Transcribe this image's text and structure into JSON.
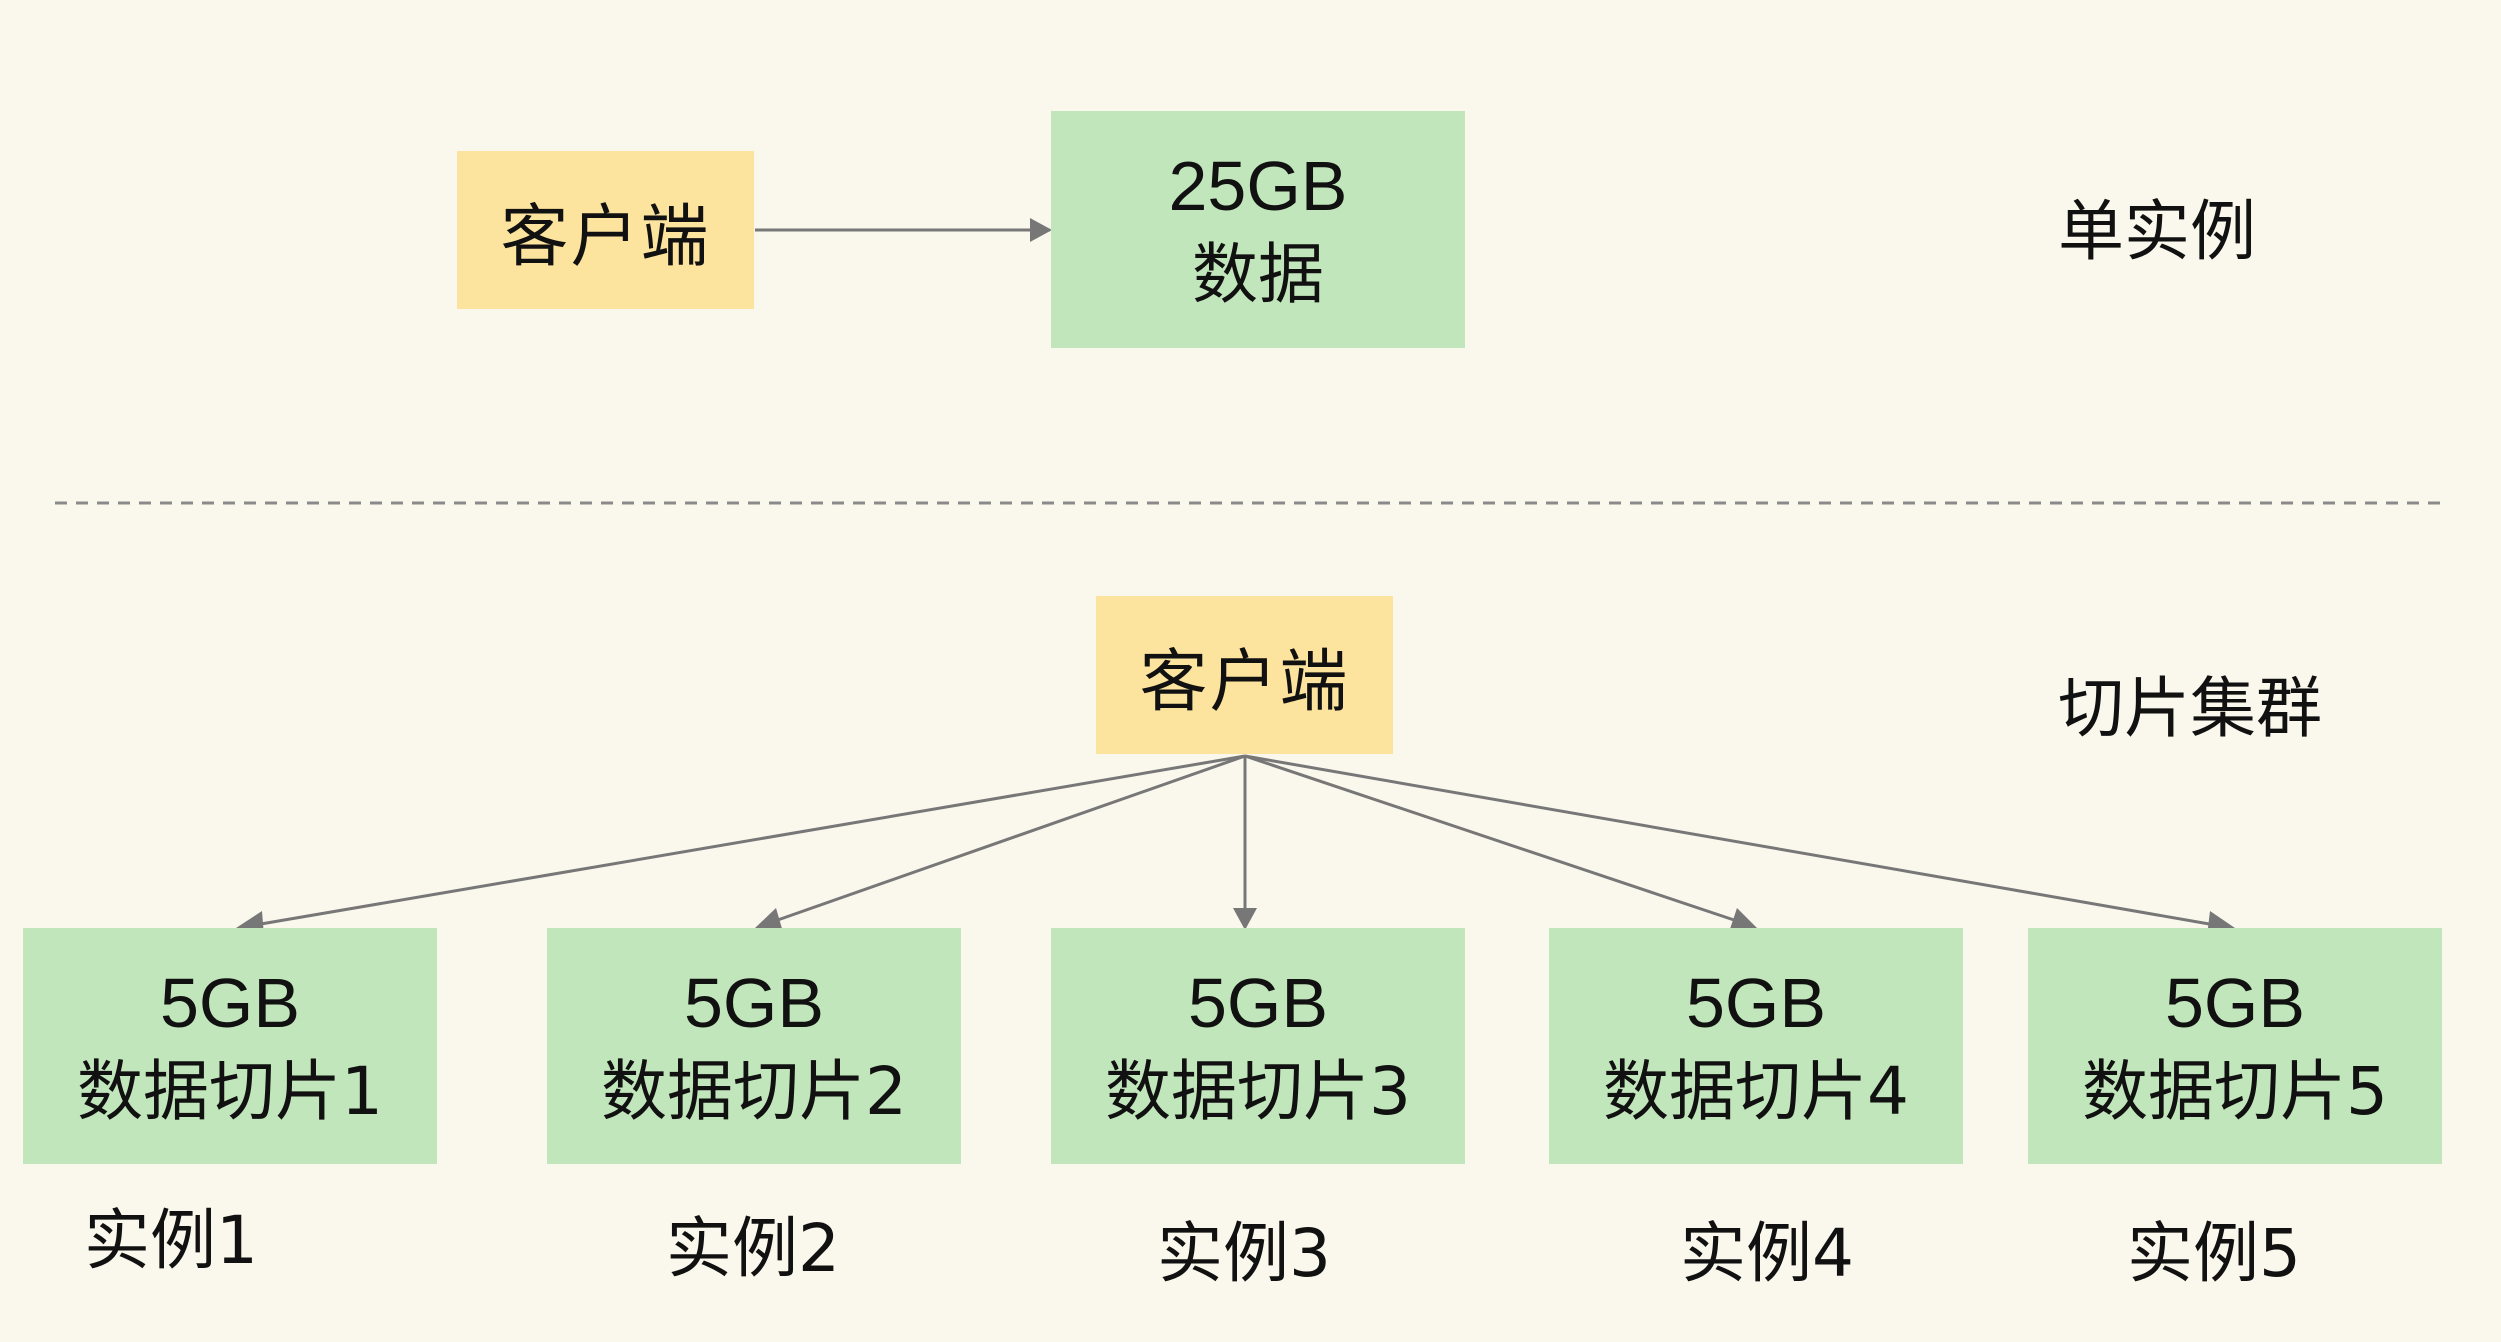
{
  "top": {
    "client": "客户端",
    "data_size": "25GB",
    "data_name": "数据",
    "mode_label": "单实例"
  },
  "bottom": {
    "client": "客户端",
    "mode_label": "切片集群",
    "shards": [
      {
        "size": "5GB",
        "name": "数据切片1",
        "instance": "实例1"
      },
      {
        "size": "5GB",
        "name": "数据切片2",
        "instance": "实例2"
      },
      {
        "size": "5GB",
        "name": "数据切片3",
        "instance": "实例3"
      },
      {
        "size": "5GB",
        "name": "数据切片4",
        "instance": "实例4"
      },
      {
        "size": "5GB",
        "name": "数据切片5",
        "instance": "实例5"
      }
    ]
  },
  "colors": {
    "background": "#faf8ec",
    "client_fill": "#fde49e",
    "data_fill": "#c2e6bb",
    "arrow": "#777777",
    "divider": "#8a8a8a"
  }
}
